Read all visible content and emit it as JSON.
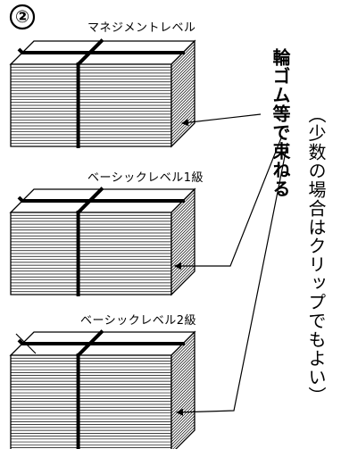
{
  "step": {
    "number": "②"
  },
  "stacks": [
    {
      "label": "マネジメントレベル"
    },
    {
      "label": "ベーシックレベル1級"
    },
    {
      "label": "ベーシックレベル2級"
    }
  ],
  "annotation": {
    "main": "輪ゴム等で束ねる",
    "note": "（少数の場合はクリップでもよい）"
  }
}
